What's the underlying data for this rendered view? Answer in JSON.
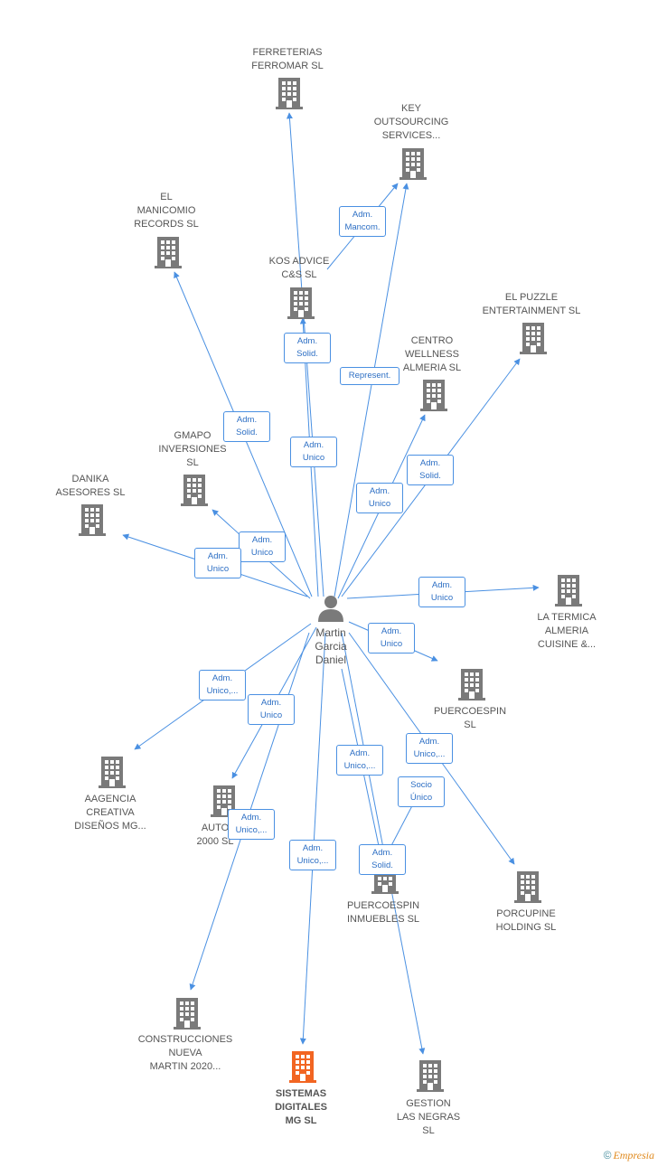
{
  "colors": {
    "edge": "#4a90e2",
    "building": "#7a7a7a",
    "highlight": "#f26522",
    "person": "#7a7a7a"
  },
  "center": {
    "label": "Martin\nGarcia\nDaniel",
    "icon": "person-icon"
  },
  "nodes": [
    {
      "id": "ferreterias",
      "label": "FERRETERIAS\nFERROMAR SL",
      "icon": "building-icon"
    },
    {
      "id": "key",
      "label": "KEY\nOUTSOURCING\nSERVICES...",
      "icon": "building-icon"
    },
    {
      "id": "manicomio",
      "label": "EL\nMANICOMIO\nRECORDS SL",
      "icon": "building-icon"
    },
    {
      "id": "kos",
      "label": "KOS ADVICE\nC&S SL",
      "icon": "building-icon"
    },
    {
      "id": "puzzle",
      "label": "EL PUZZLE\nENTERTAINMENT SL",
      "icon": "building-icon"
    },
    {
      "id": "wellness",
      "label": "CENTRO\nWELLNESS\nALMERIA SL",
      "icon": "building-icon"
    },
    {
      "id": "gmapo",
      "label": "GMAPO\nINVERSIONES\nSL",
      "icon": "building-icon"
    },
    {
      "id": "danika",
      "label": "DANIKA\nASESORES SL",
      "icon": "building-icon"
    },
    {
      "id": "termica",
      "label": "LA TERMICA\nALMERIA\nCUISINE &...",
      "icon": "building-icon"
    },
    {
      "id": "puercoespin",
      "label": "PUERCOESPIN\nSL",
      "icon": "building-icon"
    },
    {
      "id": "aagencia",
      "label": "AAGENCIA\nCREATIVA\nDISEÑOS MG...",
      "icon": "building-icon"
    },
    {
      "id": "auto",
      "label": "AUTO\n2000 SL",
      "icon": "building-icon"
    },
    {
      "id": "inmuebles",
      "label": "PUERCOESPIN\nINMUEBLES SL",
      "icon": "building-icon"
    },
    {
      "id": "porcupine",
      "label": "PORCUPINE\nHOLDING SL",
      "icon": "building-icon"
    },
    {
      "id": "construcciones",
      "label": "CONSTRUCCIONES\nNUEVA\nMARTIN 2020...",
      "icon": "building-icon"
    },
    {
      "id": "sistemas",
      "label": "SISTEMAS\nDIGITALES\nMG SL",
      "icon": "building-icon",
      "highlight": true
    },
    {
      "id": "gestion",
      "label": "GESTION\nLAS NEGRAS\nSL",
      "icon": "building-icon"
    }
  ],
  "edge_labels": [
    {
      "id": "e-key",
      "text": "Adm.\nMancom."
    },
    {
      "id": "e-kos",
      "text": "Adm.\nSolid."
    },
    {
      "id": "e-represent",
      "text": "Represent."
    },
    {
      "id": "e-manicomio",
      "text": "Adm.\nSolid."
    },
    {
      "id": "e-ferreterias",
      "text": "Adm.\nUnico"
    },
    {
      "id": "e-puzzle",
      "text": "Adm.\nSolid."
    },
    {
      "id": "e-wellness",
      "text": "Adm.\nUnico"
    },
    {
      "id": "e-gmapo",
      "text": "Adm.\nUnico"
    },
    {
      "id": "e-danika",
      "text": "Adm.\nUnico"
    },
    {
      "id": "e-termica",
      "text": "Adm.\nUnico"
    },
    {
      "id": "e-puercoespin",
      "text": "Adm.\nUnico"
    },
    {
      "id": "e-aagencia",
      "text": "Adm.\nUnico,..."
    },
    {
      "id": "e-auto",
      "text": "Adm.\nUnico"
    },
    {
      "id": "e-porcupine",
      "text": "Adm.\nUnico,..."
    },
    {
      "id": "e-inmuebles-socio",
      "text": "Socio\nÚnico"
    },
    {
      "id": "e-gestion",
      "text": "Adm.\nUnico,..."
    },
    {
      "id": "e-construcciones",
      "text": "Adm.\nUnico,..."
    },
    {
      "id": "e-sistemas",
      "text": "Adm.\nUnico,..."
    },
    {
      "id": "e-inmuebles",
      "text": "Adm.\nSolid."
    }
  ],
  "footer": {
    "copyright": "©",
    "brand": "Empresia"
  }
}
